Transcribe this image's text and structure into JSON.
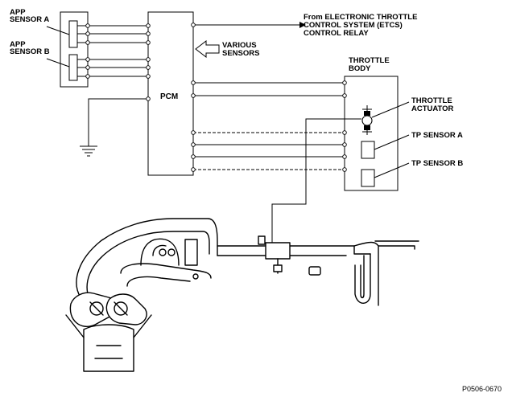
{
  "labels": {
    "app_a_line1": "APP",
    "app_a_line2": "SENSOR A",
    "app_b_line1": "APP",
    "app_b_line2": "SENSOR B",
    "from_line1": "From ELECTRONIC THROTTLE",
    "from_line2": "CONTROL SYSTEM (ETCS)",
    "from_line3": "CONTROL RELAY",
    "various_line1": "VARIOUS",
    "various_line2": "SENSORS",
    "pcm": "PCM",
    "throttle_body_line1": "THROTTLE",
    "throttle_body_line2": "BODY",
    "actuator_line1": "THROTTLE",
    "actuator_line2": "ACTUATOR",
    "tp_a": "TP SENSOR A",
    "tp_b": "TP SENSOR B",
    "figure_id": "P0506-0670"
  }
}
